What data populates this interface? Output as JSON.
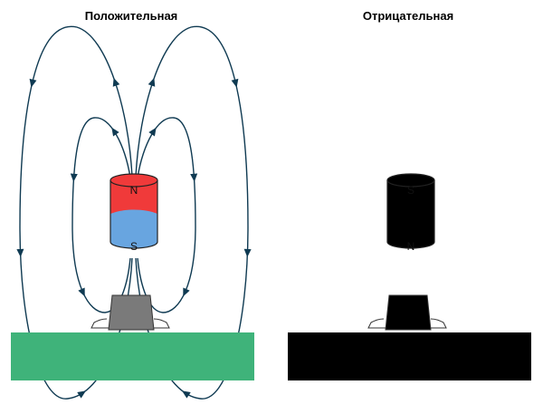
{
  "panels": [
    {
      "id": "positive",
      "title": "Положительная",
      "top_pole": "N",
      "bottom_pole": "S",
      "field_direction": "out-from-top"
    },
    {
      "id": "negative",
      "title": "Отрицательная",
      "top_pole": "S",
      "bottom_pole": "N",
      "field_direction": "into-top"
    }
  ],
  "colors": {
    "north": "#f03a3a",
    "south": "#68a5e0",
    "field_line": "#0f3a52",
    "board": "#3fb37a",
    "sensor": "#7a7a7a"
  }
}
